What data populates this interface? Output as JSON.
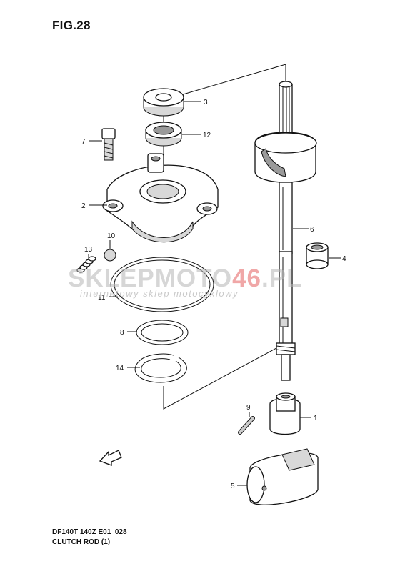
{
  "figure": {
    "title": "FIG.28",
    "code": "DF140T 140Z E01_028",
    "name": "CLUTCH ROD (1)"
  },
  "watermark": {
    "brand_a": "SKLEP",
    "brand_b": "MOTO",
    "brand_c": "46",
    "brand_d": ".PL",
    "tagline": "internetowy sklep motocyklowy"
  },
  "callouts": [
    "1",
    "2",
    "3",
    "4",
    "5",
    "6",
    "7",
    "8",
    "9",
    "10",
    "11",
    "12",
    "13",
    "14"
  ],
  "colors": {
    "ink": "#111111",
    "watermark_grey": "#b4b4b4",
    "watermark_red": "#e87878"
  }
}
